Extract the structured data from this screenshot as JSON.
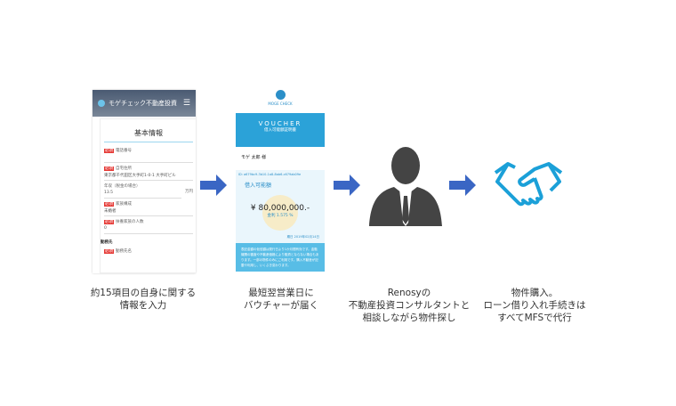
{
  "phone1": {
    "brand": "モゲチェック不動産投資",
    "menu_icon": "hamburger-icon",
    "title": "基本情報",
    "required": "必須",
    "fields": [
      {
        "label": "電話番号",
        "required": true,
        "value": ""
      },
      {
        "label": "自宅住所",
        "required": true,
        "value": "東京都千代田区大手町1-0-1 大手町ビル"
      },
      {
        "label": "年収（税金の場合）",
        "required": false,
        "value": "13.5"
      },
      {
        "label": "家族構成",
        "required": true,
        "value": "未婚者"
      },
      {
        "label": "扶養家族の人数",
        "required": true,
        "value": "0"
      }
    ],
    "unit": "万円",
    "section": "勤務先",
    "last_field": "勤務先名"
  },
  "phone2": {
    "logo": "MOGE CHECK",
    "voucher": "VOUCHER",
    "voucher_sub": "借入可能額証明書",
    "name": "モゲ 太郎 様",
    "id_line": "ID: a679bc9-3b10-1a8-8ab6-c679ab09e",
    "label": "借入可能額",
    "amount": "¥ 80,000,000.-",
    "rate": "金利 1.575 %",
    "expiry": "期日 2019年02月14日",
    "footer": "表記金額の仮信額は発行日より1か月間有効です。金融機関の審査や不動産価格により融資とならない場合もあります。一部の物件のみにご利用です。購入不動産が記載や利用し、いくぶき変わります。"
  },
  "captions": [
    [
      "約15項目の自身に関する",
      "情報を入力"
    ],
    [
      "最短翌営業日に",
      "バウチャーが届く"
    ],
    [
      "Renosyの",
      "不動産投資コンサルタントと",
      "相談しながら物件探し"
    ],
    [
      "物件購入。",
      "ローン借り入れ手続きは",
      "すべてMFSで代行"
    ]
  ],
  "colors": {
    "arrow": "#3a66c4",
    "handshake": "#1ba0d8",
    "person": "#444444"
  }
}
